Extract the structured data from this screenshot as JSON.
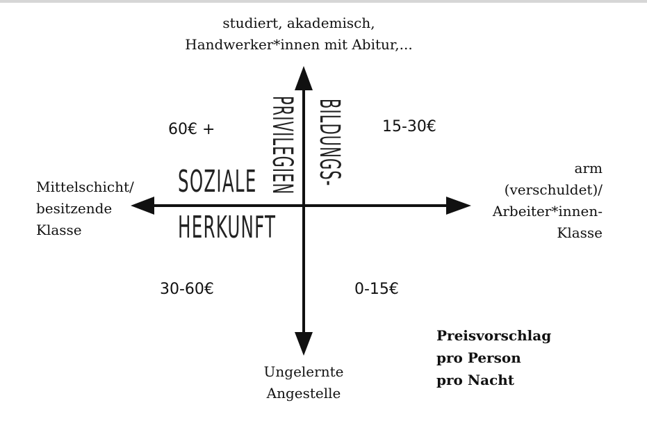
{
  "axis_labels": {
    "top": [
      "studiert, akademisch,",
      "Handwerker*innen mit Abitur,..."
    ],
    "bottom": [
      "Ungelernte",
      "Angestelle"
    ],
    "left": [
      "Mittelschicht/",
      "besitzende",
      "Klasse"
    ],
    "right": [
      "arm",
      "(verschuldet)/",
      "Arbeiter*innen-",
      "Klasse"
    ]
  },
  "axis_titles": {
    "horizontal_line1": "SOZIALE",
    "horizontal_line2": "HERKUNFT",
    "vertical_line1": "BILDUNGS-",
    "vertical_line2": "PRIVILEGIEN"
  },
  "quadrants": {
    "top_left": "60€ +",
    "top_right": "15-30€",
    "bottom_left": "30-60€",
    "bottom_right": "0-15€"
  },
  "note": [
    "Preisvorschlag",
    "pro Person",
    "pro Nacht"
  ],
  "colors": {
    "ink": "#111111",
    "top_border": "#d6d6d6"
  }
}
